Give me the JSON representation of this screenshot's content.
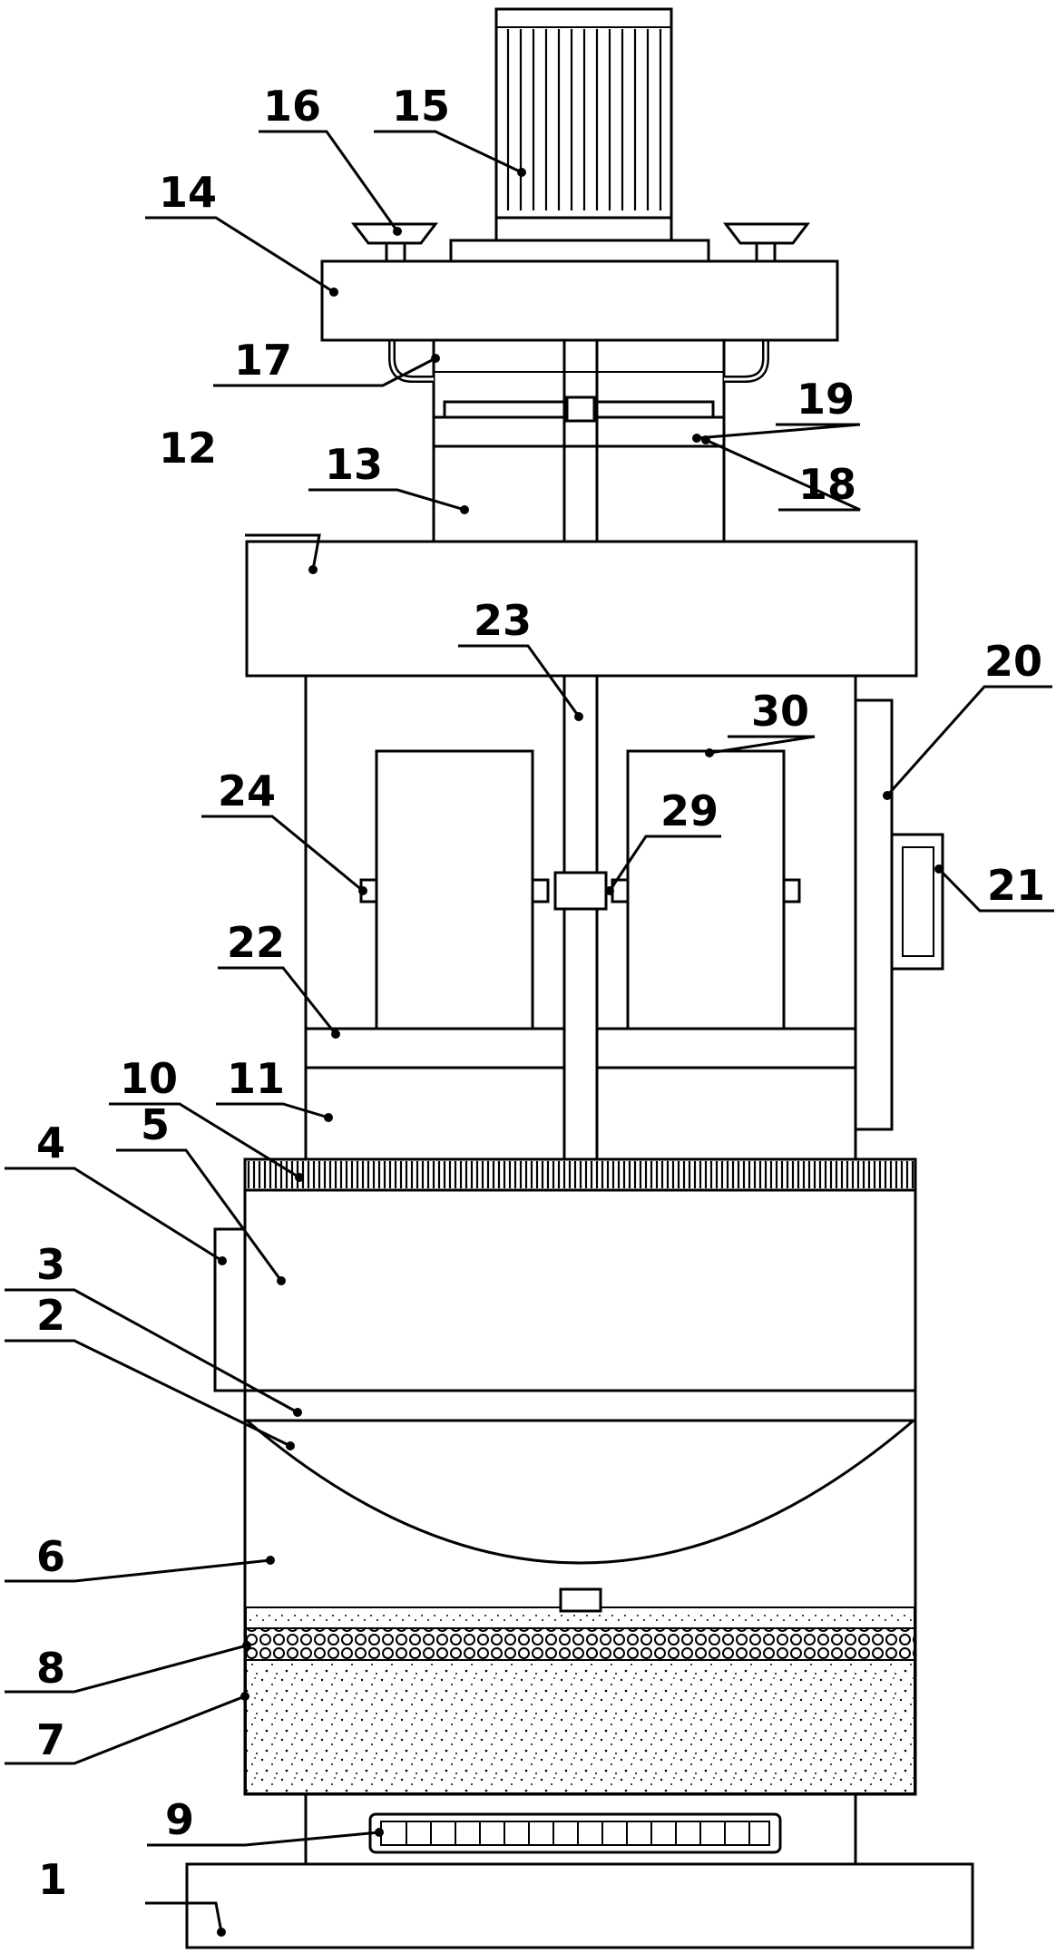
{
  "labels": {
    "l1": "1",
    "l2": "2",
    "l3": "3",
    "l4": "4",
    "l5": "5",
    "l6": "6",
    "l7": "7",
    "l8": "8",
    "l9": "9",
    "l10": "10",
    "l11": "11",
    "l12": "12",
    "l13": "13",
    "l14": "14",
    "l15": "15",
    "l16": "16",
    "l17": "17",
    "l18": "18",
    "l19": "19",
    "l20": "20",
    "l21": "21",
    "l22": "22",
    "l23": "23",
    "l24": "24",
    "l29": "29",
    "l30": "30"
  }
}
